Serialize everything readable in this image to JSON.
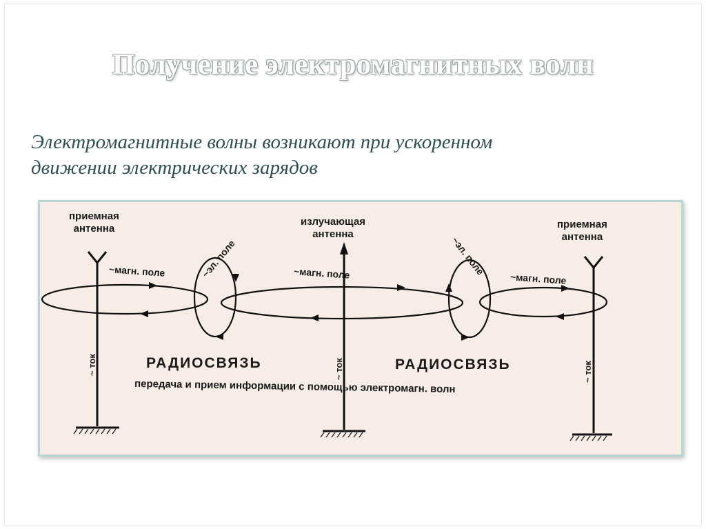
{
  "title": "Получение электромагнитных волн",
  "subtitle": {
    "line1": "Электромагнитные волны возникают при ускоренном",
    "line2": "движении электрических зарядов"
  },
  "diagram": {
    "left_antenna": {
      "line1": "приемная",
      "line2": "антенна"
    },
    "center_antenna": {
      "line1": "излучающая",
      "line2": "антенна"
    },
    "right_antenna": {
      "line1": "приемная",
      "line2": "антенна"
    },
    "magnetic_field_left": "~магн. поле",
    "magnetic_field_center": "~магн. поле",
    "magnetic_field_right": "~магн. поле",
    "electric_field_left": "~эл. поле",
    "electric_field_right": "~эл. поле",
    "current_left": "~ ток",
    "current_center": "~ ток",
    "current_right": "~ ток",
    "radio_left": "РАДИОСВЯЗЬ",
    "radio_right": "РАДИОСВЯЗЬ",
    "caption": "передача и прием информации с помощью электромагн. волн"
  }
}
